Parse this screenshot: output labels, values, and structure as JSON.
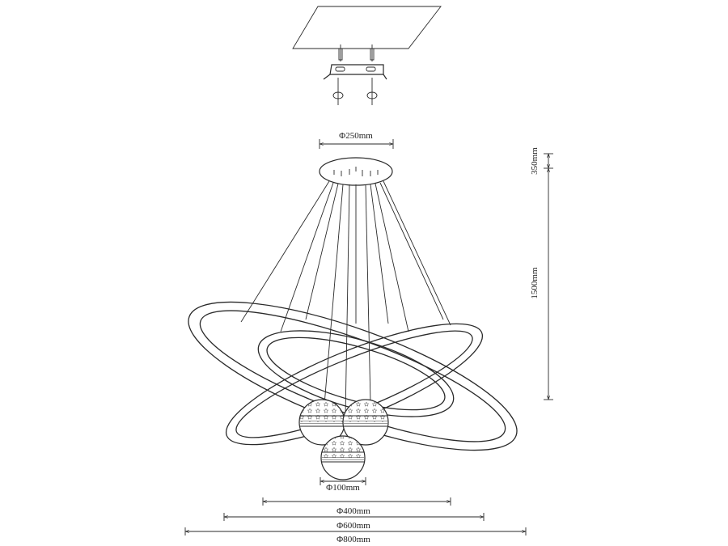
{
  "dimensions": {
    "canopy_diameter": "Φ250mm",
    "canopy_height": "350mm",
    "drop_length": "1500mm",
    "globe_diameter": "Φ100mm",
    "ring_small": "Φ400mm",
    "ring_medium": "Φ600mm",
    "ring_large": "Φ800mm"
  },
  "colors": {
    "line": "#2a2a2a",
    "background": "#ffffff"
  }
}
